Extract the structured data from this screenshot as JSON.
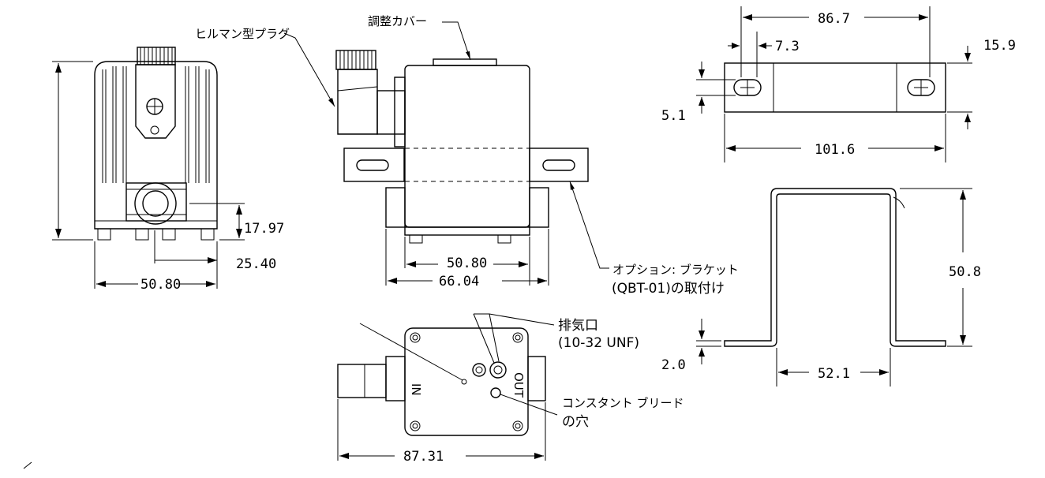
{
  "labels": {
    "plug": "ヒルマン型プラグ",
    "cover": "調整カバー",
    "bracket_line1": "オプション: ブラケット",
    "bracket_line2": "(QBT-01)の取付け",
    "exhaust_line1": "排気口",
    "exhaust_line2": "(10-32 UNF)",
    "bleed_line1": "コンスタント ブリード",
    "bleed_line2": "の穴",
    "port_in": "IN",
    "port_out": "OUT"
  },
  "dimensions": {
    "front_height": "17.97",
    "front_offset": "25.40",
    "front_width": "50.80",
    "side_inner": "50.80",
    "side_width": "66.04",
    "bottom_width": "87.31",
    "bracket_hole_span": "86.7",
    "bracket_hole_offset": "7.3",
    "bracket_height": "15.9",
    "bracket_slot": "5.1",
    "bracket_length": "101.6",
    "bracket_leg_height": "50.8",
    "bracket_thickness": "2.0",
    "bracket_inner_width": "52.1"
  }
}
